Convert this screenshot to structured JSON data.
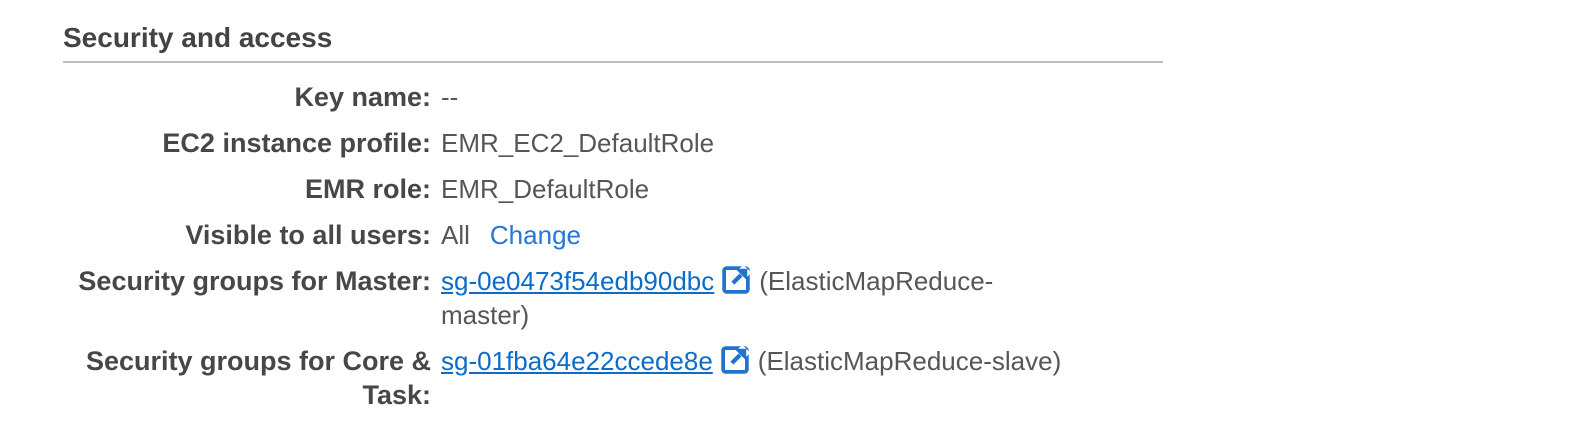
{
  "section": {
    "title": "Security and access",
    "rows": [
      {
        "label": "Key name:",
        "value": "--"
      },
      {
        "label": "EC2 instance profile:",
        "value": "EMR_EC2_DefaultRole"
      },
      {
        "label": "EMR role:",
        "value": "EMR_DefaultRole"
      },
      {
        "label": "Visible to all users:",
        "value": "All",
        "action_label": "Change"
      },
      {
        "label": "Security groups for Master:",
        "link": "sg-0e0473f54edb90dbc",
        "icon": "external-link-icon",
        "suffix": "(ElasticMapReduce-master)"
      },
      {
        "label": "Security groups for Core & Task:",
        "link": "sg-01fba64e22ccede8e",
        "icon": "external-link-icon",
        "suffix": "(ElasticMapReduce-slave)"
      }
    ]
  },
  "colors": {
    "title_text": "#434343",
    "label_text": "#474747",
    "value_text": "#565656",
    "divider": "#bdbdbd",
    "link_blue": "#0d6cc8",
    "change_link_blue": "#2676d9",
    "icon_blue": "#2273cc",
    "background": "#ffffff"
  }
}
